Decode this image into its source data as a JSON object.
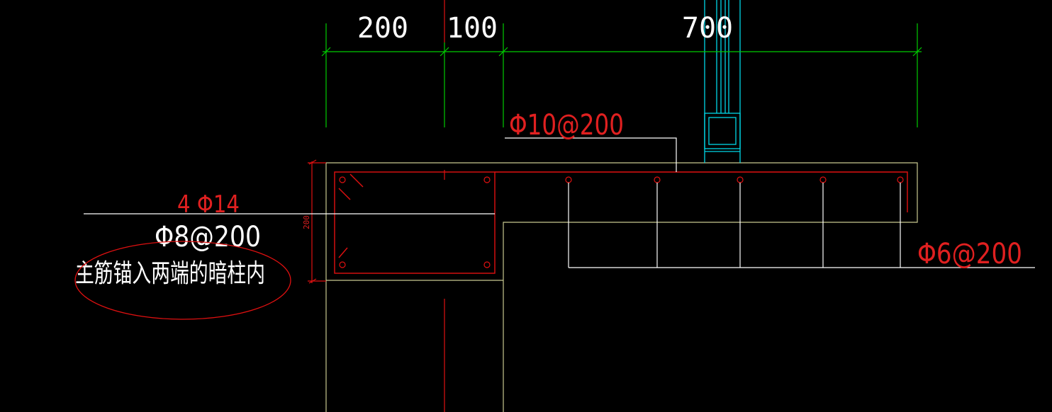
{
  "drawing": {
    "background": "#000000",
    "colors": {
      "dimension": "#00cc00",
      "rebar": "#e01010",
      "leader": "#ffffff",
      "outline": "#c8c890",
      "column": "#00d8e8",
      "annotation_text": "#e02020",
      "dimension_text": "#ffffff"
    },
    "dimensions": {
      "d1": "200",
      "d2": "100",
      "d3": "700",
      "height": "200"
    },
    "labels": {
      "top_rebar": "Φ10@200",
      "beam_main_bars": "4 Φ14",
      "stirrup": "Φ8@200",
      "distribution_bar": "Φ6@200",
      "note": "主筋锚入两端的暗柱内"
    }
  }
}
